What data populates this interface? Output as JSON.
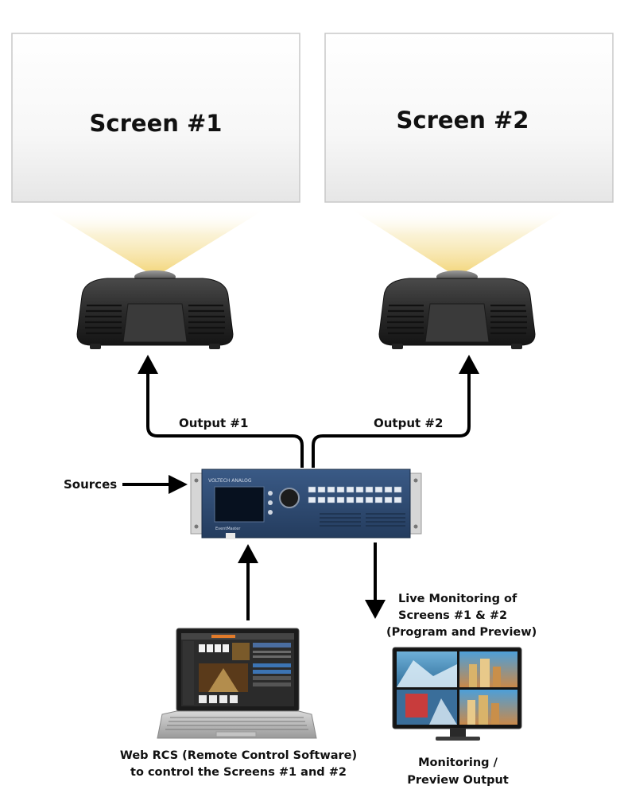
{
  "screens": [
    {
      "label": "Screen #1"
    },
    {
      "label": "Screen #2"
    }
  ],
  "outputs": [
    {
      "label": "Output #1"
    },
    {
      "label": "Output #2"
    }
  ],
  "sources_label": "Sources",
  "switcher": {
    "brand": "VOLTECH ANALOG",
    "model": "EventMaster"
  },
  "monitoring": {
    "live_lines": [
      "Live Monitoring of",
      "Screens #1 & #2",
      "(Program and Preview)"
    ],
    "caption_lines": [
      "Monitoring /",
      "Preview Output"
    ]
  },
  "laptop": {
    "caption_lines": [
      "Web RCS (Remote Control Software)",
      "to control the Screens #1 and #2"
    ]
  },
  "colors": {
    "switcher_body": "#2e4a72",
    "beam": "#f6e3a2",
    "projector": "#2a2a2a",
    "arrow": "#000000"
  }
}
